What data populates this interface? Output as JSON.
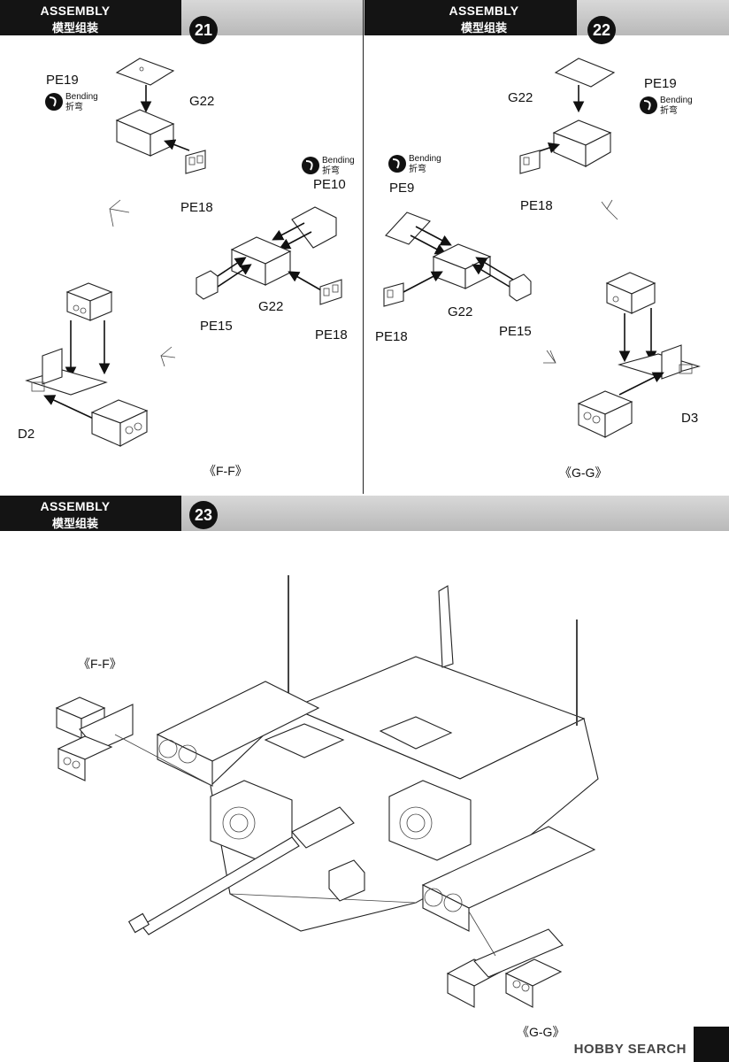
{
  "steps": [
    {
      "number": "21",
      "title_en": "ASSEMBLY",
      "title_cn": "模型组装"
    },
    {
      "number": "22",
      "title_en": "ASSEMBLY",
      "title_cn": "模型组装"
    },
    {
      "number": "23",
      "title_en": "ASSEMBLY",
      "title_cn": "模型组装"
    }
  ],
  "bending": {
    "en": "Bending",
    "cn": "折弯"
  },
  "step21": {
    "parts": [
      "PE19",
      "G22",
      "PE18",
      "PE10",
      "G22",
      "PE15",
      "PE18",
      "D2"
    ],
    "view": "《F-F》"
  },
  "step22": {
    "parts": [
      "PE19",
      "G22",
      "PE18",
      "PE9",
      "G22",
      "PE18",
      "PE15",
      "D3"
    ],
    "view": "《G-G》"
  },
  "step23": {
    "view_ff": "《F-F》",
    "view_gg": "《G-G》"
  },
  "watermark": "HOBBY SEARCH",
  "icons": [
    "bending-icon",
    "arrow-icon",
    "turret-drawing"
  ],
  "colors": {
    "header_dark": "#141414",
    "header_grey": "#c4c4c4",
    "line": "#222222"
  }
}
